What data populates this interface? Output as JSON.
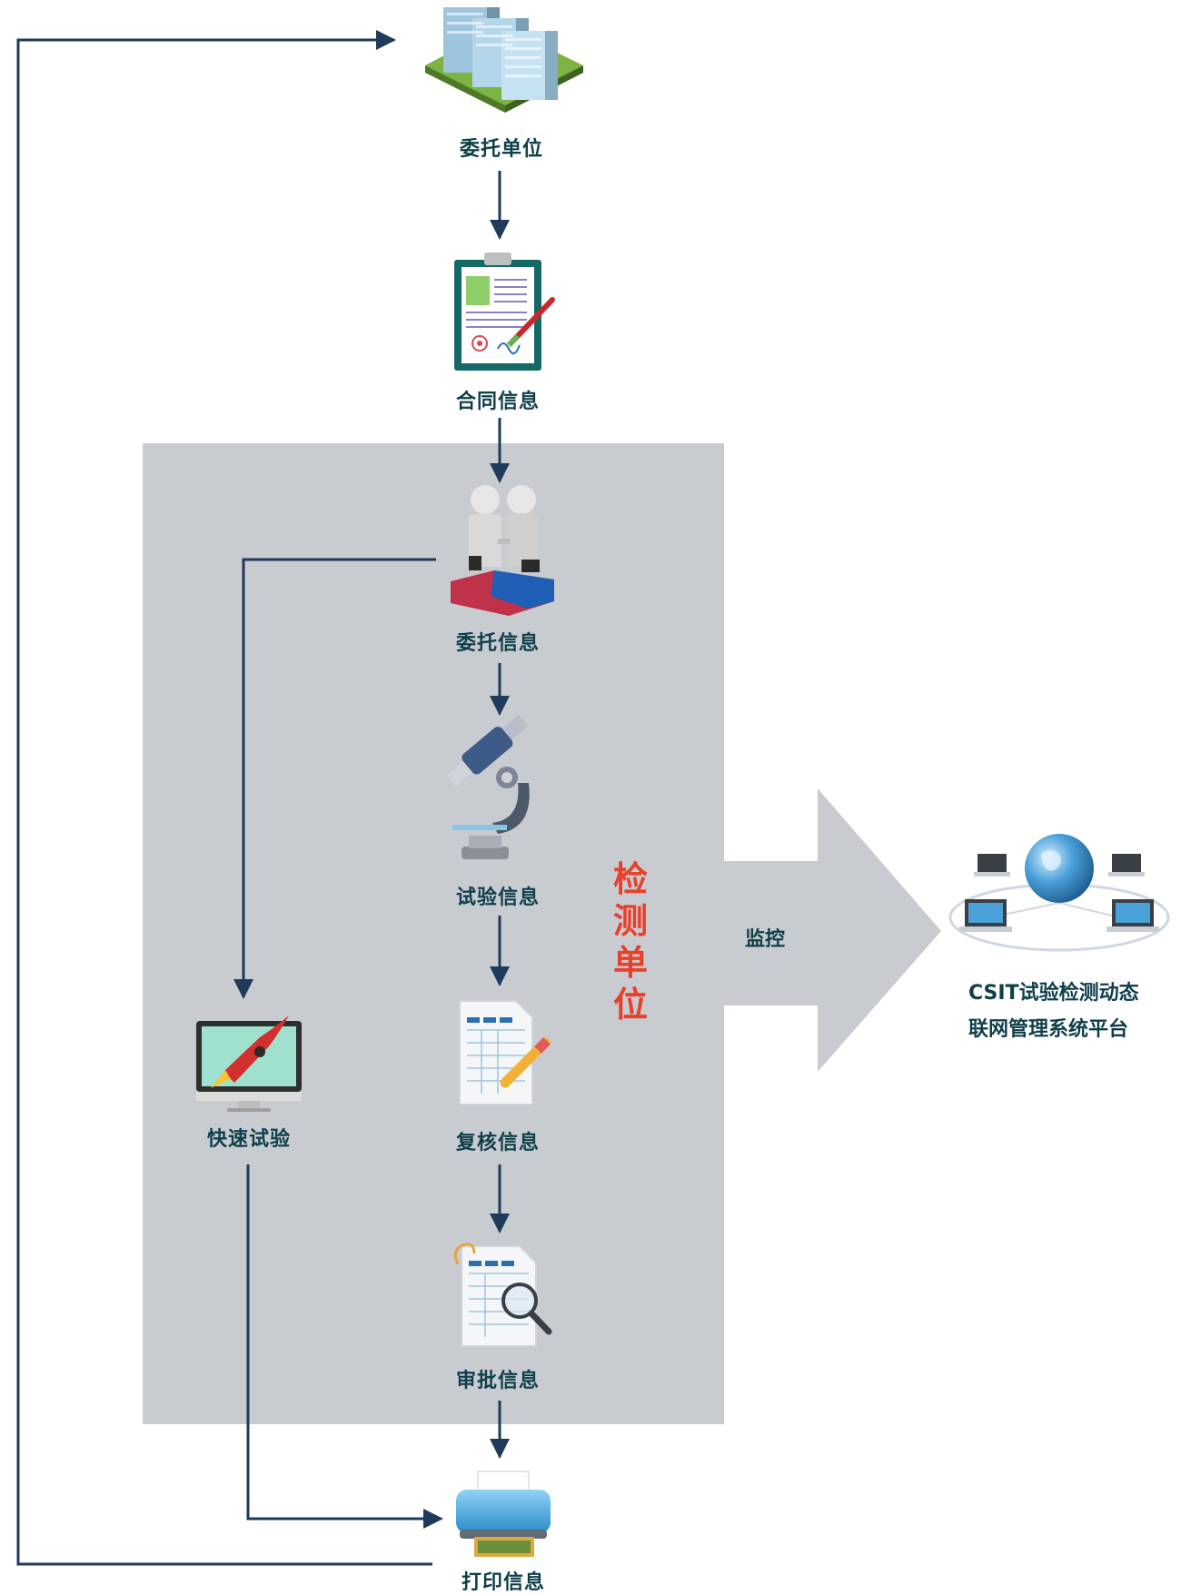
{
  "nodes": {
    "client_unit": "委托单位",
    "contract_info": "合同信息",
    "commission_info": "委托信息",
    "test_info": "试验信息",
    "review_info": "复核信息",
    "approval_info": "审批信息",
    "print_info": "打印信息",
    "quick_test": "快速试验"
  },
  "zone": {
    "lines": [
      "检",
      "测",
      "单",
      "位"
    ],
    "color": "#e8402a"
  },
  "monitor_label": "监控",
  "platform": {
    "lines": [
      "CSIT试验检测动态",
      "联网管理系统平台"
    ]
  },
  "colors": {
    "arrow": "#1f3a5a",
    "zone_bg": "#c8ccd1",
    "text": "#0f3f4a",
    "big_arrow": "#c8ccd1"
  },
  "icons": {
    "client_unit": "office-buildings-icon",
    "contract_info": "clipboard-contract-icon",
    "commission_info": "handshake-puzzle-icon",
    "test_info": "microscope-icon",
    "review_info": "spreadsheet-pencil-icon",
    "approval_info": "spreadsheet-magnifier-icon",
    "print_info": "printer-icon",
    "quick_test": "monitor-rocket-icon",
    "platform": "globe-network-icon"
  }
}
